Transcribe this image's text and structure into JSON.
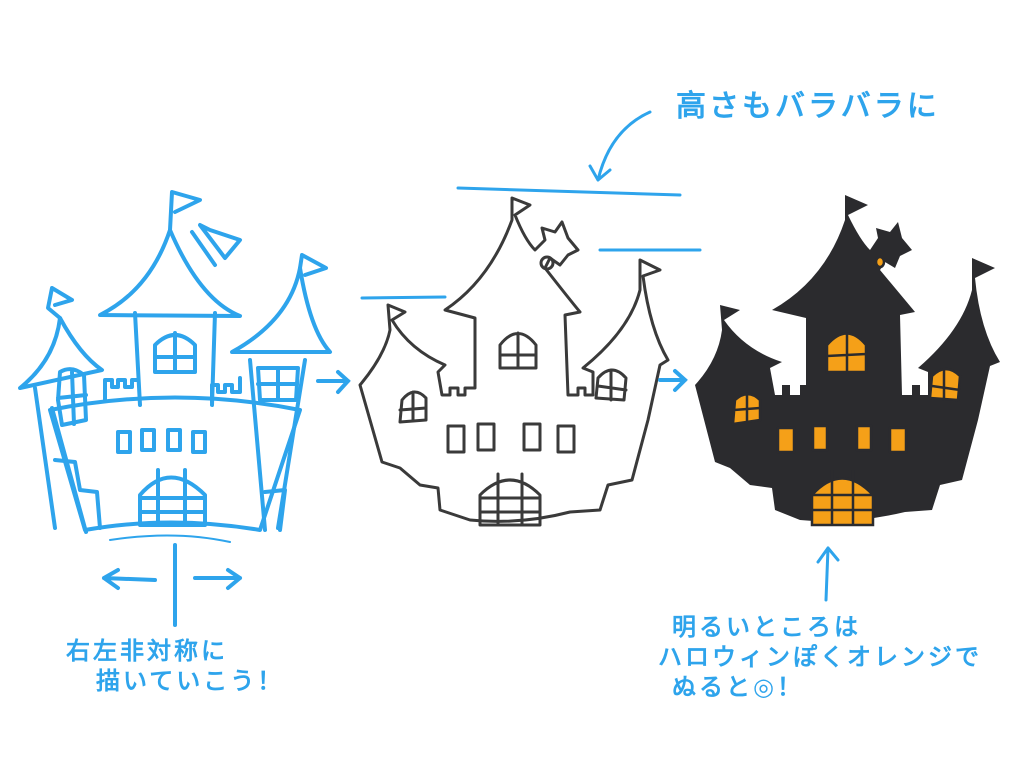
{
  "illustration": {
    "subject": "Halloween castle drawing tutorial, three steps",
    "steps": [
      {
        "label": "sketch",
        "color": "#2ea4ec"
      },
      {
        "label": "line-art",
        "color": "#3a3a3a"
      },
      {
        "label": "filled",
        "color": "#2b2b2e",
        "window_color": "#f5a018"
      }
    ]
  },
  "notes": {
    "height": "高さもバラバラに",
    "asymmetric_line1": "右左非対称に",
    "asymmetric_line2": "描いていこう！",
    "orange_line1": "明るいところは",
    "orange_line2": "ハロウィンぽくオレンジで",
    "orange_line3": "ぬると◎！"
  },
  "colors": {
    "annotation": "#2ea4ec",
    "outline": "#3a3a3a",
    "silhouette": "#2b2b2e",
    "window_fill": "#f5a018"
  }
}
